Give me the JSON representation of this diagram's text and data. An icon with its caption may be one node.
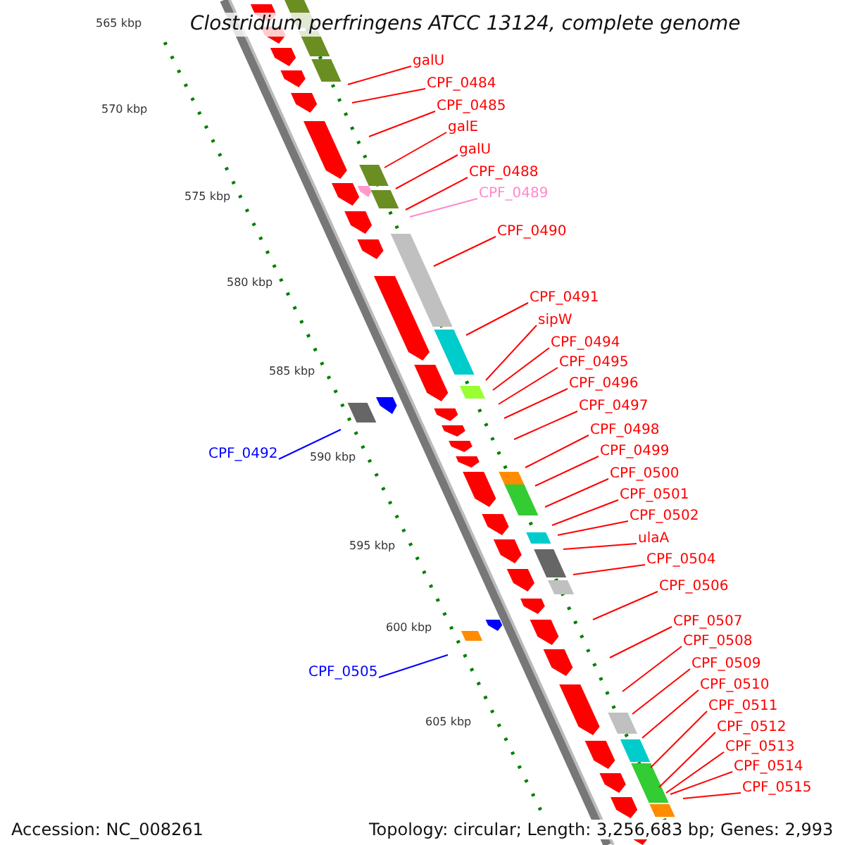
{
  "diagram": {
    "title": "Clostridium perfringens ATCC 13124, complete genome",
    "nodes": [
      {
        "text": [
          "galU"
        ]
      },
      {
        "text": [
          "CPF_0484"
        ]
      },
      {
        "text": [
          "CPF_0485"
        ]
      },
      {
        "text": [
          "galE"
        ]
      },
      {
        "text": [
          "galU"
        ]
      },
      {
        "text": [
          "CPF_0488"
        ]
      },
      {
        "text": [
          "CPF_0489"
        ]
      },
      {
        "text": [
          "CPF_0490"
        ]
      },
      {
        "text": [
          "CPF_0491"
        ]
      },
      {
        "text": [
          "sipW"
        ]
      },
      {
        "text": [
          "CPF_0494"
        ]
      },
      {
        "text": [
          "CPF_0495"
        ]
      },
      {
        "text": [
          "CPF_0496"
        ]
      },
      {
        "text": [
          "CPF_0497"
        ]
      },
      {
        "text": [
          "CPF_0498"
        ]
      },
      {
        "text": [
          "CPF_0499"
        ]
      },
      {
        "text": [
          "CPF_0500"
        ]
      },
      {
        "text": [
          "CPF_0501"
        ]
      },
      {
        "text": [
          "CPF_0502"
        ]
      },
      {
        "text": [
          "ulaA"
        ]
      },
      {
        "text": [
          "CPF_0504"
        ]
      },
      {
        "text": [
          "CPF_0506"
        ]
      },
      {
        "text": [
          "CPF_0507"
        ]
      },
      {
        "text": [
          "CPF_0508"
        ]
      },
      {
        "text": [
          "CPF_0509"
        ]
      },
      {
        "text": [
          "CPF_0510"
        ]
      },
      {
        "text": [
          "CPF_0511"
        ]
      },
      {
        "text": [
          "CPF_0512"
        ]
      },
      {
        "text": [
          "CPF_0513"
        ]
      },
      {
        "text": [
          "CPF_0514"
        ]
      },
      {
        "text": [
          "CPF_0515"
        ]
      },
      {
        "text": [
          "CPF_0492"
        ]
      },
      {
        "text": [
          "CPF_0505"
        ]
      }
    ],
    "edges": [
      {
        "from": 0,
        "to": null,
        "arrow": "none"
      },
      {
        "from": 1,
        "to": null,
        "arrow": "none"
      },
      {
        "from": 2,
        "to": null,
        "arrow": "none"
      },
      {
        "from": 3,
        "to": null,
        "arrow": "none"
      },
      {
        "from": 4,
        "to": null,
        "arrow": "none"
      },
      {
        "from": 5,
        "to": null,
        "arrow": "none"
      },
      {
        "from": 6,
        "to": null,
        "arrow": "none",
        "color": "#ff88cc"
      },
      {
        "from": 7,
        "to": null,
        "arrow": "none"
      },
      {
        "from": 8,
        "to": null,
        "arrow": "none"
      },
      {
        "from": 9,
        "to": null,
        "arrow": "none"
      },
      {
        "from": 10,
        "to": null,
        "arrow": "none"
      },
      {
        "from": 11,
        "to": null,
        "arrow": "none"
      },
      {
        "from": 12,
        "to": null,
        "arrow": "none"
      },
      {
        "from": 13,
        "to": null,
        "arrow": "none"
      },
      {
        "from": 14,
        "to": null,
        "arrow": "none"
      },
      {
        "from": 15,
        "to": null,
        "arrow": "none"
      },
      {
        "from": 16,
        "to": null,
        "arrow": "none"
      },
      {
        "from": 17,
        "to": null,
        "arrow": "none"
      },
      {
        "from": 18,
        "to": null,
        "arrow": "none"
      },
      {
        "from": 19,
        "to": null,
        "arrow": "none"
      },
      {
        "from": 20,
        "to": null,
        "arrow": "none"
      },
      {
        "from": 21,
        "to": null,
        "arrow": "none"
      },
      {
        "from": 22,
        "to": null,
        "arrow": "none"
      },
      {
        "from": 23,
        "to": null,
        "arrow": "none"
      },
      {
        "from": 24,
        "to": null,
        "arrow": "none"
      },
      {
        "from": 25,
        "to": null,
        "arrow": "none"
      },
      {
        "from": 26,
        "to": null,
        "arrow": "none"
      },
      {
        "from": 27,
        "to": null,
        "arrow": "none"
      },
      {
        "from": 28,
        "to": null,
        "arrow": "none"
      },
      {
        "from": 29,
        "to": null,
        "arrow": "none"
      },
      {
        "from": 30,
        "to": null,
        "arrow": "none"
      },
      {
        "from": 31,
        "to": null,
        "arrow": "none",
        "color": "#0000ff"
      },
      {
        "from": 32,
        "to": null,
        "arrow": "none",
        "color": "#0000ff"
      }
    ],
    "labels": [
      "565 kbp",
      "570 kbp",
      "575 kbp",
      "580 kbp",
      "585 kbp",
      "590 kbp",
      "595 kbp",
      "600 kbp",
      "605 kbp",
      "Accession: NC_008261",
      "Topology: circular; Length: 3,256,683 bp; Genes: 2,993"
    ]
  }
}
